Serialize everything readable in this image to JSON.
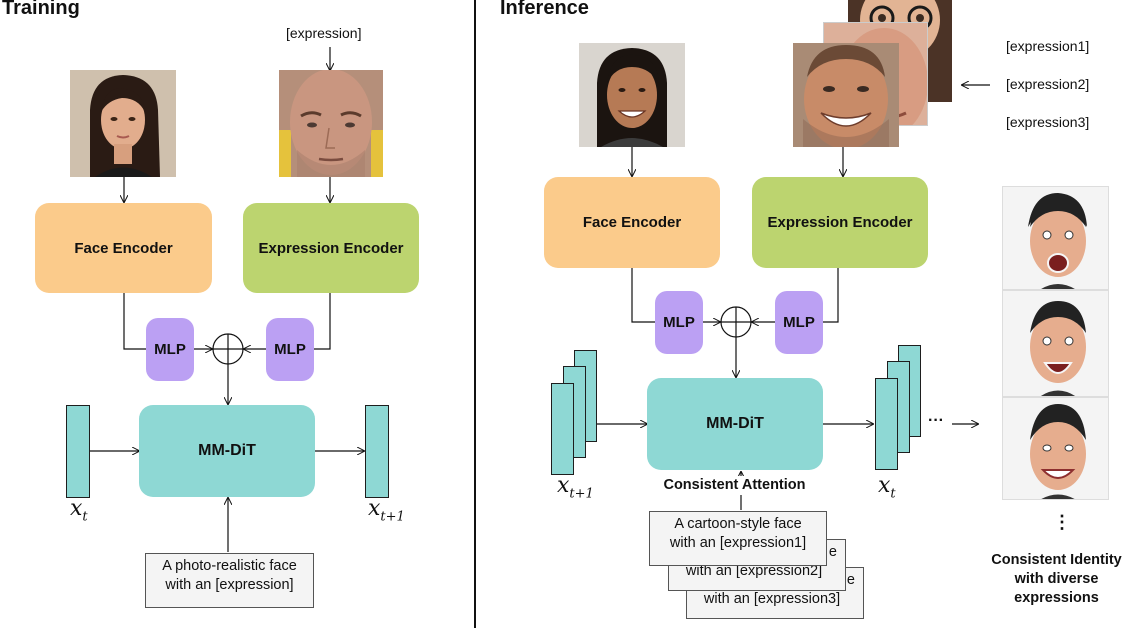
{
  "training": {
    "title": "Training",
    "expression_input": "[expression]",
    "face_encoder": "Face Encoder",
    "expression_encoder": "Expression Encoder",
    "mlp_left": "MLP",
    "mlp_right": "MLP",
    "dit": "MM-DiT",
    "x_in": {
      "base": "x",
      "sub": "t"
    },
    "x_out": {
      "base": "x",
      "sub": "t+1"
    },
    "prompt_line1": "A photo-realistic face",
    "prompt_line2": "with an [expression]"
  },
  "inference": {
    "title": "Inference",
    "expressions": [
      "[expression1]",
      "[expression2]",
      "[expression3]"
    ],
    "face_encoder": "Face Encoder",
    "expression_encoder": "Expression Encoder",
    "mlp_left": "MLP",
    "mlp_right": "MLP",
    "dit": "MM-DiT",
    "consistent_attention": "Consistent Attention",
    "x_in": {
      "base": "x",
      "sub": "t+1"
    },
    "x_out": {
      "base": "x",
      "sub": "t"
    },
    "ellipsis": "···",
    "vertical_ellipsis": "⋮",
    "prompts": [
      {
        "line1": "A cartoon-style face",
        "line2": "with an [expression1]"
      },
      {
        "line1": "e",
        "line2": "with an [expression2]"
      },
      {
        "line1": "e",
        "line2": "with an [expression3]"
      }
    ],
    "caption_line1": "Consistent Identity",
    "caption_line2": "with diverse",
    "caption_line3": "expressions"
  },
  "colors": {
    "face_encoder": "#fbcb8b",
    "expression_encoder": "#bcd46f",
    "mlp": "#bba0f3",
    "dit": "#8ed8d4"
  }
}
